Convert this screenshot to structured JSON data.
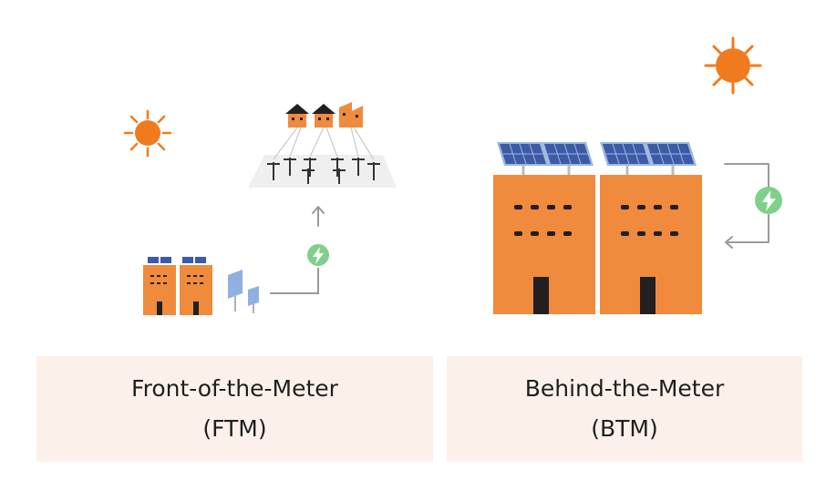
{
  "ftm": {
    "title": "Front-of-the-Meter",
    "abbrev": "(FTM)"
  },
  "btm": {
    "title": "Behind-the-Meter",
    "abbrev": "(BTM)"
  },
  "colors": {
    "sun": "#f07b1e",
    "building": "#f08a3c",
    "door": "#231f20",
    "panel": "#3d5aa8",
    "panel_frame": "#9fb8dc",
    "badge": "#7fd08a",
    "arrow": "#9a9a9a",
    "caption_bg": "#fcf1ea",
    "grid_platform": "#eeeeee"
  },
  "icons": [
    "sun-icon",
    "lightning-icon",
    "solar-panel-icon",
    "house-icon",
    "arrow-icon"
  ]
}
